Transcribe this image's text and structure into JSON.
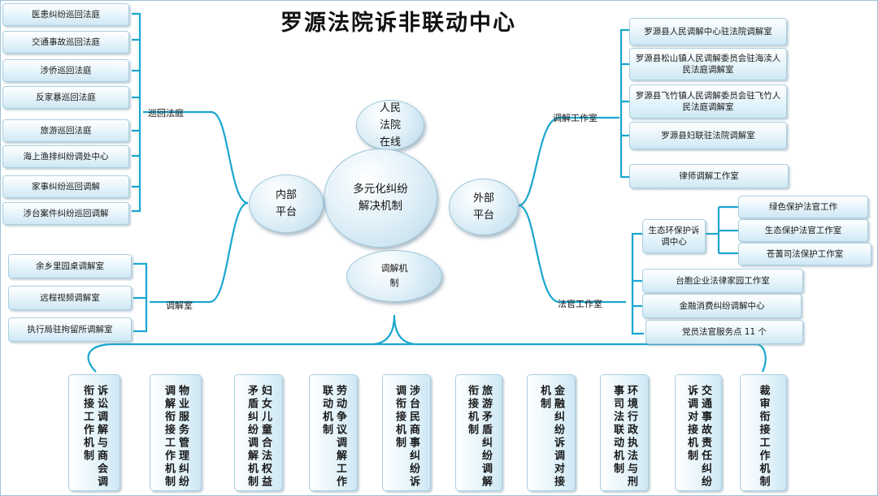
{
  "title": "罗源法院诉非联动中心",
  "center": {
    "core": "多元化纠纷\n解决机制",
    "top": "人民\n法院\n在线",
    "left": "内部\n平台",
    "right": "外部\n平台",
    "bottom": "调解机\n制"
  },
  "left_group_labels": {
    "circuit": "巡回法庭",
    "mediation": "调解室"
  },
  "circuit_courts": [
    "医患纠纷巡回法庭",
    "交通事故巡回法庭",
    "涉侨巡回法庭",
    "反家暴巡回法庭",
    "旅游巡回法庭",
    "海上渔排纠纷调处中心",
    "家事纠纷巡回调解",
    "涉台案件纠纷巡回调解"
  ],
  "mediation_rooms": [
    "余乡里园桌调解室",
    "远程视频调解室",
    "执行局驻拘留所调解室"
  ],
  "right_group_labels": {
    "mediation_work": "调解工作室",
    "judge_work": "法官工作室"
  },
  "mediation_work": [
    "罗源县人民调解中心驻法院调解室",
    "罗源县松山镇人民调解委员会驻海渎人民法庭调解室",
    "罗源县飞竹镇人民调解委员会驻飞竹人民法庭调解室",
    "罗源县妇联驻法院调解室",
    "律师调解工作室"
  ],
  "eco_center": "生态环保护诉调中心",
  "eco_items": [
    "绿色保护法官工作",
    "生态保护法官工作室",
    "苍蓍司法保护工作室"
  ],
  "judge_work": [
    "台胞企业法律家园工作室",
    "金融消费纠纷调解中心",
    "党员法官服务点 11 个"
  ],
  "mechanisms": [
    "诉讼调解与商会调衔接工作机制",
    "物业服务管理纠纷调解衔接工作机制",
    "妇女儿童合法权益矛盾纠纷调解机制",
    "劳动争议调解工作联动机制",
    "涉台民商事纠纷诉调衔接机制",
    "旅游矛盾纠纷调解衔接机制",
    "金融纠纷诉调对接机制",
    "环境行政执法与刑事司法联动机制",
    "交通事故责任纠纷诉调对接机制",
    "裁审衔接工作机制"
  ]
}
